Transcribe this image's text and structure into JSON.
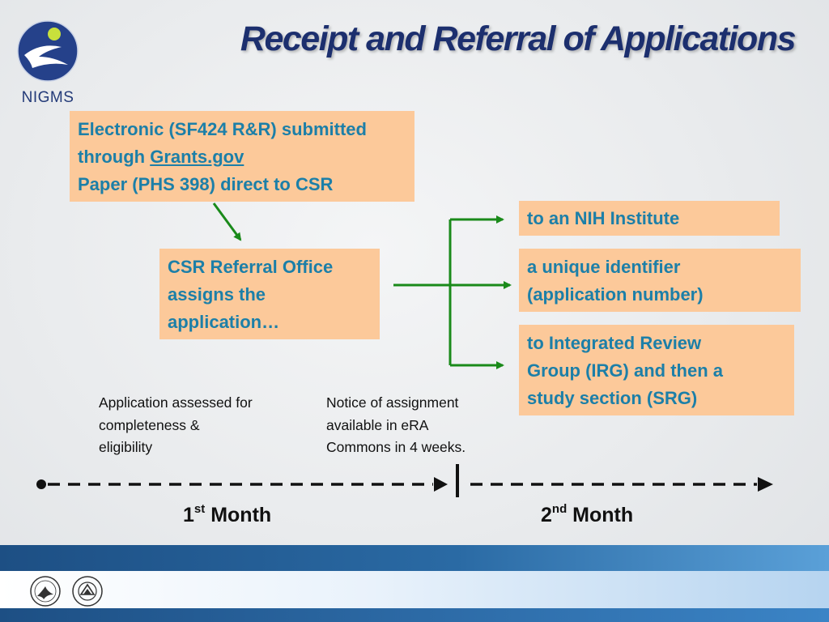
{
  "header": {
    "logo_label": "NIGMS",
    "title": "Receipt and Referral of Applications"
  },
  "submission_box": {
    "line1": "Electronic  (SF424 R&R) submitted",
    "line2_prefix": "through ",
    "line2_link": "Grants.gov",
    "line3": "Paper  (PHS 398) direct to CSR"
  },
  "referral_box": {
    "line1": "CSR Referral Office",
    "line2": "assigns the",
    "line3": "application…"
  },
  "outcomes": {
    "institute": "to an NIH Institute",
    "identifier_line1": "a unique identifier",
    "identifier_line2": "(application number)",
    "irg_line1": "to Integrated Review",
    "irg_line2": "Group (IRG) and then a",
    "irg_line3": "study section (SRG)"
  },
  "notes": {
    "assessed_line1": "Application assessed for",
    "assessed_line2": "completeness &",
    "assessed_line3": "eligibility",
    "notice_line1": "Notice of assignment",
    "notice_line2": "available in eRA",
    "notice_line3": "Commons in 4 weeks."
  },
  "timeline": {
    "month1_num": "1",
    "month1_sup": "st",
    "month1_label": " Month",
    "month2_num": "2",
    "month2_sup": "nd",
    "month2_label": " Month"
  },
  "colors": {
    "box_fill": "#fcc99a",
    "box_text": "#1c7fa8",
    "arrow_green": "#1a8a1a",
    "title_navy": "#1c2f6e"
  }
}
